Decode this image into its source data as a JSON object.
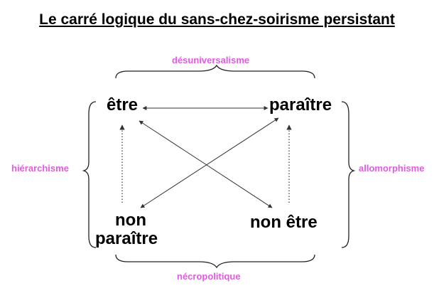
{
  "title": "Le carré logique du sans-chez-soirisme persistant",
  "nodes": {
    "top_left": "être",
    "top_right": "paraître",
    "bottom_left_line1": "non",
    "bottom_left_line2": "paraître",
    "bottom_right": "non être"
  },
  "sides": {
    "top": "désuniversalisme",
    "left": "hiérarchisme",
    "right": "allomorphisme",
    "bottom": "nécropolitique"
  },
  "colors": {
    "text": "#000000",
    "side_label": "#e05be0",
    "line": "#333333"
  }
}
